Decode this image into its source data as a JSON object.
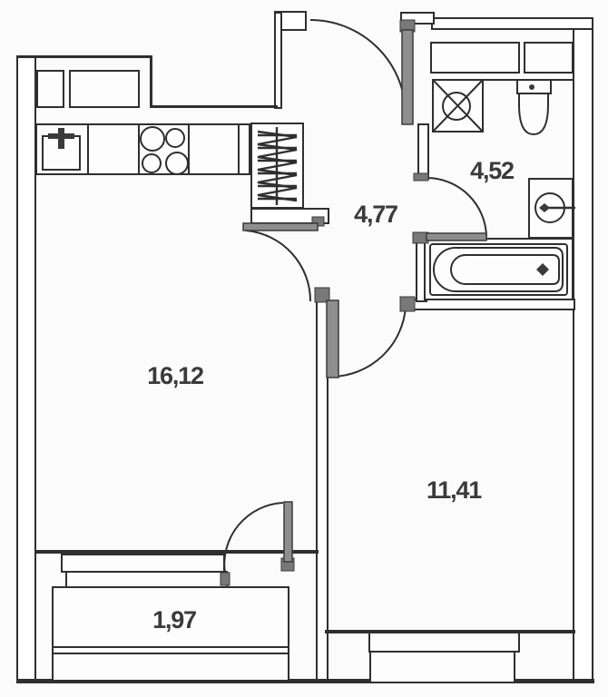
{
  "plan": {
    "type": "apartment-floor-plan",
    "background_color": "#fbfbfb",
    "wall_line_color": "#2f2f2f",
    "door_leaf_color": "#8e8e8e",
    "label_color": "#3a3a3a",
    "rooms": [
      {
        "id": "kitchen-living",
        "area_label": "16,12"
      },
      {
        "id": "hallway",
        "area_label": "4,77"
      },
      {
        "id": "bathroom",
        "area_label": "4,52"
      },
      {
        "id": "bedroom",
        "area_label": "11,41"
      },
      {
        "id": "balcony",
        "area_label": "1,97"
      }
    ]
  }
}
